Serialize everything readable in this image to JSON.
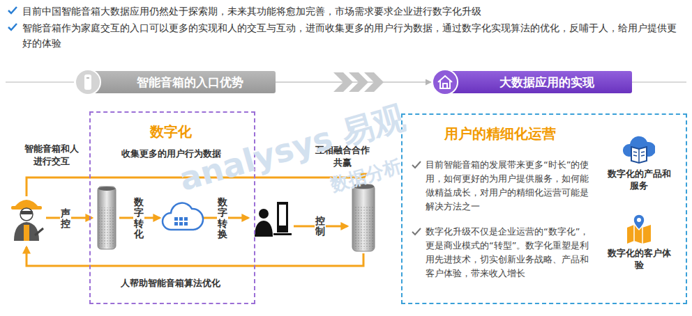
{
  "diagram": {
    "nodes": [
      {
        "text": [
          "智能音箱的入口优势"
        ]
      },
      {
        "text": [
          "大数据应用的实现"
        ]
      },
      {
        "text": [
          "数字化",
          "收集更多的用户行为数据"
        ]
      },
      {
        "text": [
          "用户的精细化运营",
          "目前智能音箱的发展带来更多“时长”的使用，如何更好的为用户提供服务，如何能做精益成长，对用户的精细化运营可能是解决方法之一",
          "数字化升级不仅是企业运营的“数字化”，更是商业模式的“转型”。数字化重塑是利用先进技术，切实创新业务战略、产品和客户体验，带来收入增长"
        ]
      },
      {
        "text": [
          "数字化的产品和服务"
        ],
        "in": 3
      },
      {
        "text": [
          "数字化的客户体验"
        ],
        "in": 3
      }
    ],
    "edges": [
      {
        "from": 0,
        "to": 1,
        "arrow": "to"
      }
    ],
    "labels": [
      "目前中国智能音箱大数据应用仍然处于探索期，未来其功能将愈加完善，市场需求要求企业进行数字化升级",
      "智能音箱作为家庭交互的入口可以更多的实现和人的交互与互动，进而收集更多的用户行为数据，通过数字化实现算法的优化，反哺于人，给用户提供更好的体验",
      "智能音箱和人进行交互",
      "声控",
      "数字转化",
      "数字转换",
      "互相融合合作共赢",
      "控制",
      "人帮助智能音箱算法优化",
      "analysys 易观",
      "数据分析"
    ]
  }
}
